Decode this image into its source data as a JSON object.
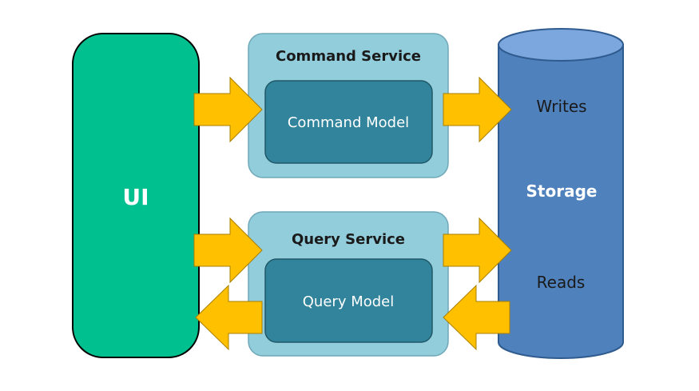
{
  "ui": {
    "label": "UI"
  },
  "command_service": {
    "title": "Command Service",
    "model": "Command Model"
  },
  "query_service": {
    "title": "Query Service",
    "model": "Query Model"
  },
  "storage": {
    "title": "Storage",
    "writes": "Writes",
    "reads": "Reads"
  },
  "colors": {
    "ui_fill": "#00C08F",
    "service_fill": "#92CDDC",
    "model_fill": "#31849B",
    "storage_fill": "#4F81BD",
    "storage_top": "#7BA7DE",
    "arrow_fill": "#FFC000"
  }
}
